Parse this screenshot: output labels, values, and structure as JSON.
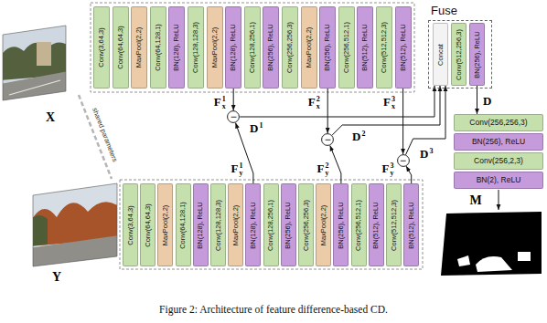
{
  "diagram": {
    "caption": "Figure 2: Architecture of feature difference-based CD.",
    "nodes": [
      {
        "text": [
          "Conv(3,64,3)"
        ]
      },
      {
        "text": [
          "Conv(64,64,3)"
        ]
      },
      {
        "text": [
          "MaxPool(2,2)"
        ]
      },
      {
        "text": [
          "Conv(64,128,1)"
        ]
      },
      {
        "text": [
          "BN(128), ReLU"
        ]
      },
      {
        "text": [
          "Conv(128,128,3)"
        ]
      },
      {
        "text": [
          "MaxPool(2,2)"
        ]
      },
      {
        "text": [
          "BN(128), ReLU"
        ]
      },
      {
        "text": [
          "Conv(128,256,1)"
        ]
      },
      {
        "text": [
          "BN(256), ReLU"
        ]
      },
      {
        "text": [
          "Conv(256,256,3)"
        ]
      },
      {
        "text": [
          "MaxPool(2,2)"
        ]
      },
      {
        "text": [
          "BN(256), ReLU"
        ]
      },
      {
        "text": [
          "Conv(256,512,1)"
        ]
      },
      {
        "text": [
          "BN(512), ReLU"
        ]
      },
      {
        "text": [
          "Conv(512,512,3)"
        ]
      },
      {
        "text": [
          "BN(512), ReLU"
        ]
      },
      {
        "text": [
          "Fuse"
        ]
      },
      {
        "text": [
          "Concat"
        ],
        "in": 17
      },
      {
        "text": [
          "Conv(512,256,3)"
        ],
        "in": 17
      },
      {
        "text": [
          "BN(256), ReLU"
        ],
        "in": 17
      },
      {
        "text": [
          "−"
        ]
      },
      {
        "text": [
          "−"
        ]
      },
      {
        "text": [
          "−"
        ]
      },
      {
        "text": [
          "Conv(256,256,3)"
        ]
      },
      {
        "text": [
          "BN(256), ReLU"
        ]
      },
      {
        "text": [
          "Conv(256,2,3)"
        ]
      },
      {
        "text": [
          "BN(2), ReLU"
        ]
      },
      {
        "text": [
          "Conv(3,64,3)"
        ]
      },
      {
        "text": [
          "Conv(64,64,3)"
        ]
      },
      {
        "text": [
          "MaxPool(2,2)"
        ]
      },
      {
        "text": [
          "Conv(64,128,1)"
        ]
      },
      {
        "text": [
          "BN(128), ReLU"
        ]
      },
      {
        "text": [
          "Conv(128,128,3)"
        ]
      },
      {
        "text": [
          "MaxPool(2,2)"
        ]
      },
      {
        "text": [
          "BN(128), ReLU"
        ]
      },
      {
        "text": [
          "Conv(128,256,1)"
        ]
      },
      {
        "text": [
          "BN(256), ReLU"
        ]
      },
      {
        "text": [
          "Conv(256,256,3)"
        ]
      },
      {
        "text": [
          "MaxPool(2,2)"
        ]
      },
      {
        "text": [
          "BN(256), ReLU"
        ]
      },
      {
        "text": [
          "Conv(256,512,1)"
        ]
      },
      {
        "text": [
          "BN(512), ReLU"
        ]
      },
      {
        "text": [
          "Conv(512,512,3)"
        ]
      },
      {
        "text": [
          "BN(512), ReLU"
        ]
      }
    ],
    "edges": [
      {
        "from": 7,
        "to": 21,
        "arrow": "to",
        "label": "Fx1"
      },
      {
        "from": 35,
        "to": 21,
        "arrow": "to",
        "label": "Fy1"
      },
      {
        "from": 21,
        "to": 18,
        "arrow": "to",
        "label": "D1"
      },
      {
        "from": 12,
        "to": 22,
        "arrow": "to",
        "label": "Fx2"
      },
      {
        "from": 40,
        "to": 22,
        "arrow": "to",
        "label": "Fy2"
      },
      {
        "from": 22,
        "to": 18,
        "arrow": "to",
        "label": "D2"
      },
      {
        "from": 16,
        "to": 23,
        "arrow": "to",
        "label": "Fx3"
      },
      {
        "from": 44,
        "to": 23,
        "arrow": "to",
        "label": "Fy3"
      },
      {
        "from": 23,
        "to": 18,
        "arrow": "to",
        "label": "D3"
      },
      {
        "from": 20,
        "to": 24,
        "arrow": "to",
        "label": "D"
      }
    ],
    "labels": [
      "X",
      "Y",
      "shared parameters",
      "M"
    ]
  }
}
